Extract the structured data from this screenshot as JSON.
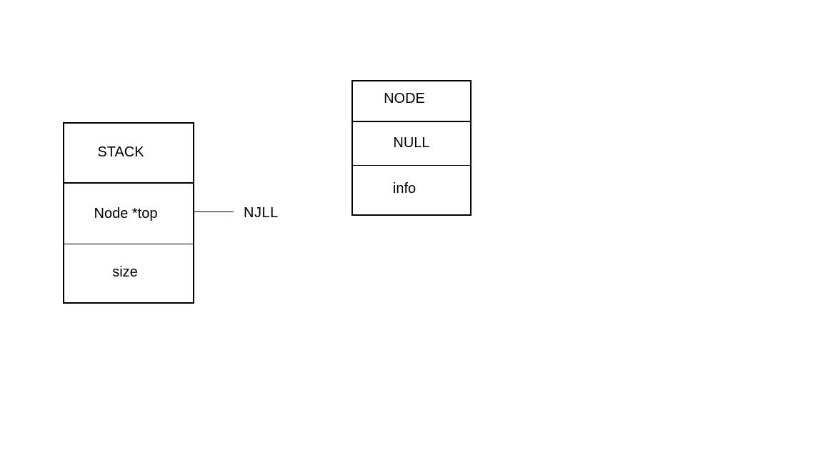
{
  "stack": {
    "title": "STACK",
    "fields": {
      "top": "Node *top",
      "size": "size"
    },
    "top_pointer_target": "NJLL"
  },
  "node": {
    "title": "NODE",
    "fields": {
      "next": "NULL",
      "info": "info"
    }
  },
  "colors": {
    "background": "#ffffff",
    "stroke": "#000000",
    "text": "#000000"
  }
}
